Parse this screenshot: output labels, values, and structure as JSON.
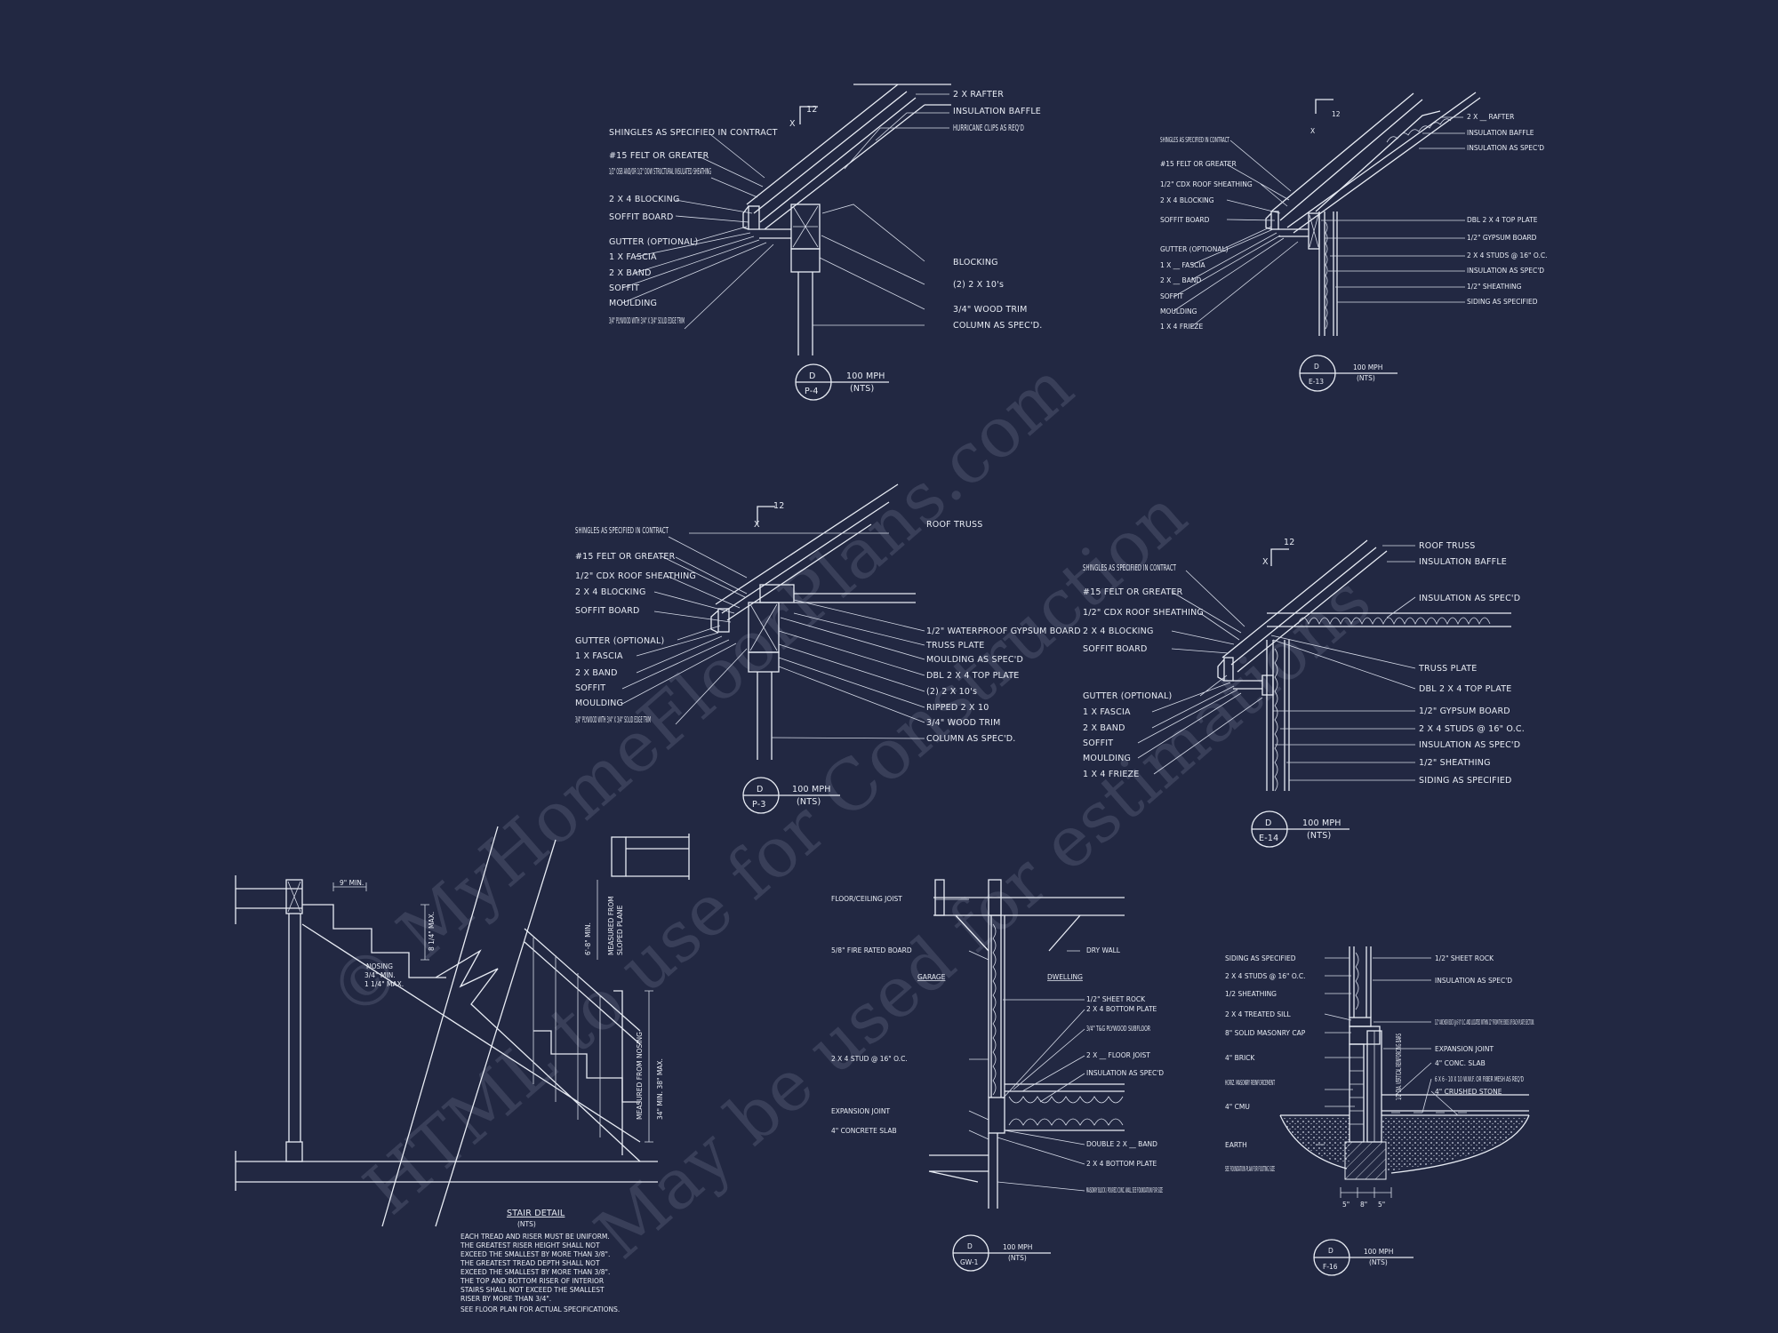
{
  "watermark": {
    "line1": "© MyHomeFloorPlans.com",
    "line2": "HTML to use for Construction",
    "line3": "May be used for estimations"
  },
  "details": {
    "p4": {
      "labels_left": [
        "SHINGLES AS SPECIFIED IN CONTRACT",
        "#15 FELT OR GREATER",
        "1/2\" OSB AND/OR 1/2\" DOW STRUCTURAL INSULATED SHEATHING",
        "2 X 4 BLOCKING",
        "SOFFIT BOARD",
        "GUTTER (OPTIONAL)",
        "1 X FASCIA",
        "2 X BAND",
        "SOFFIT",
        "MOULDING",
        "3/4\" PLYWOOD WITH 3/4\" X 3/4\" SOLID EDGE TRIM"
      ],
      "labels_right": [
        "2 X RAFTER",
        "INSULATION BAFFLE",
        "HURRICANE CLIPS AS REQ'D",
        "BLOCKING",
        "(2) 2 X 10's",
        "3/4\" WOOD TRIM",
        "COLUMN AS SPEC'D."
      ],
      "pitch_run": "12",
      "pitch_rise": "X",
      "tag_top": "D",
      "tag_bottom": "P-4",
      "wind": "100 MPH",
      "scale": "(NTS)"
    },
    "e13": {
      "labels_left": [
        "SHINGLES AS SPECIFIED IN CONTRACT",
        "#15 FELT OR GREATER",
        "1/2\" CDX ROOF SHEATHING",
        "2 X 4 BLOCKING",
        "SOFFIT BOARD",
        "GUTTER (OPTIONAL)",
        "1 X __ FASCIA",
        "2 X __ BAND",
        "SOFFIT",
        "MOULDING",
        "1 X 4 FRIEZE"
      ],
      "labels_right": [
        "2 X __ RAFTER",
        "INSULATION BAFFLE",
        "INSULATION AS SPEC'D",
        "DBL 2 X 4 TOP PLATE",
        "1/2\" GYPSUM BOARD",
        "2 X 4 STUDS @ 16\" O.C.",
        "INSULATION AS SPEC'D",
        "1/2\" SHEATHING",
        "SIDING AS SPECIFIED"
      ],
      "pitch_run": "12",
      "pitch_rise": "X",
      "tag_top": "D",
      "tag_bottom": "E-13",
      "wind": "100 MPH",
      "scale": "(NTS)"
    },
    "p3": {
      "labels_left": [
        "SHINGLES AS SPECIFIED IN CONTRACT",
        "#15 FELT OR GREATER",
        "1/2\" CDX ROOF SHEATHING",
        "2 X 4 BLOCKING",
        "SOFFIT BOARD",
        "GUTTER (OPTIONAL)",
        "1 X FASCIA",
        "2 X BAND",
        "SOFFIT",
        "MOULDING",
        "3/4\" PLYWOOD WITH 3/4\" X 3/4\" SOLID EDGE TRIM"
      ],
      "labels_right": [
        "ROOF TRUSS",
        "1/2\" WATERPROOF GYPSUM BOARD",
        "TRUSS PLATE",
        "MOULDING AS SPEC'D",
        "DBL 2 X 4 TOP PLATE",
        "(2) 2 X 10's",
        "RIPPED 2 X 10",
        "3/4\" WOOD TRIM",
        "COLUMN AS SPEC'D."
      ],
      "pitch_run": "12",
      "pitch_rise": "X",
      "tag_top": "D",
      "tag_bottom": "P-3",
      "wind": "100 MPH",
      "scale": "(NTS)"
    },
    "e14": {
      "labels_left": [
        "SHINGLES AS SPECIFIED IN CONTRACT",
        "#15 FELT OR GREATER",
        "1/2\" CDX ROOF SHEATHING",
        "2 X 4 BLOCKING",
        "SOFFIT BOARD",
        "GUTTER (OPTIONAL)",
        "1 X FASCIA",
        "2 X BAND",
        "SOFFIT",
        "MOULDING",
        "1 X 4 FRIEZE"
      ],
      "labels_right": [
        "ROOF TRUSS",
        "INSULATION BAFFLE",
        "INSULATION AS SPEC'D",
        "TRUSS PLATE",
        "DBL 2 X 4 TOP PLATE",
        "1/2\" GYPSUM BOARD",
        "2 X 4 STUDS @ 16\" O.C.",
        "INSULATION AS SPEC'D",
        "1/2\" SHEATHING",
        "SIDING AS SPECIFIED"
      ],
      "pitch_run": "12",
      "pitch_rise": "X",
      "tag_top": "D",
      "tag_bottom": "E-14",
      "wind": "100 MPH",
      "scale": "(NTS)"
    },
    "stair": {
      "dim_top": "9\" MIN.",
      "dim_riser": "8 1/4\" MAX.",
      "nosing": [
        "NOSING",
        "3/4\" MIN.",
        "1 1/4\" MAX."
      ],
      "headroom": [
        "6'-8\" MIN.",
        "MEASURED FROM",
        "SLOPED PLANE"
      ],
      "rail_height": [
        "MEASURED FROM NOSING",
        "34\" MIN. 38\" MAX."
      ],
      "title": "STAIR DETAIL",
      "scale": "(NTS)",
      "notes": [
        "EACH TREAD AND RISER MUST BE UNIFORM.",
        "THE GREATEST RISER HEIGHT SHALL NOT",
        "EXCEED THE SMALLEST BY MORE THAN 3/8\".",
        "THE GREATEST TREAD DEPTH SHALL NOT",
        "EXCEED THE SMALLEST BY MORE THAN 3/8\".",
        "THE TOP AND BOTTOM RISER OF INTERIOR",
        "STAIRS SHALL NOT EXCEED THE SMALLEST",
        "RISER BY MORE THAN 3/4\".",
        "SEE FLOOR PLAN FOR ACTUAL SPECIFICATIONS."
      ]
    },
    "gw1": {
      "labels_left": [
        "FLOOR/CEILING JOIST",
        "5/8\" FIRE RATED BOARD",
        "GARAGE",
        "2 X 4 STUD @ 16\" O.C.",
        "EXPANSION JOINT",
        "4\" CONCRETE SLAB"
      ],
      "labels_right": [
        "DRY WALL",
        "DWELLING",
        "1/2\" SHEET ROCK",
        "2 X 4 BOTTOM PLATE",
        "3/4\" T&G PLYWOOD SUBFLOOR",
        "2 X __ FLOOR JOIST",
        "INSULATION AS SPEC'D",
        "DOUBLE 2 X __ BAND",
        "2 X 4 BOTTOM PLATE",
        "MASONRY BLOCK / POURED CONC. WALL SEE FOUNDATION FOR SIZE"
      ],
      "tag_top": "D",
      "tag_bottom": "GW-1",
      "wind": "100 MPH",
      "scale": "(NTS)"
    },
    "f16": {
      "labels_left": [
        "SIDING AS SPECIFIED",
        "2 X 4 STUDS @ 16\" O.C.",
        "1/2 SHEATHING",
        "2 X 4 TREATED SILL",
        "8\" SOLID MASONRY CAP",
        "4\" BRICK",
        "HORIZ. MASONRY REINFORCEMENT",
        "4\" CMU",
        "EARTH",
        "SEE FOUNDATION PLAN FOR FOOTING SIZE"
      ],
      "labels_right": [
        "1/2\" SHEET ROCK",
        "INSULATION AS SPEC'D",
        "1/2\" ANCHOR BOLT @ 6'-0\" O.C. AND LOCATED WITHIN 12\" FROM THE ENDS OF EACH PLATE SECTION.",
        "EXPANSION JOINT",
        "4\" CONC. SLAB",
        "6 X 6 - 10 X 10 W.W.F. OR FIBER MESH AS REQ'D",
        "4\" CRUSHED STONE"
      ],
      "vertical_note": "1/2\" DIA. VERTICAL REINFORCING BARS",
      "dims": [
        "5\"",
        "8\"",
        "5\""
      ],
      "tag_top": "D",
      "tag_bottom": "F-16",
      "wind": "100 MPH",
      "scale": "(NTS)"
    }
  }
}
